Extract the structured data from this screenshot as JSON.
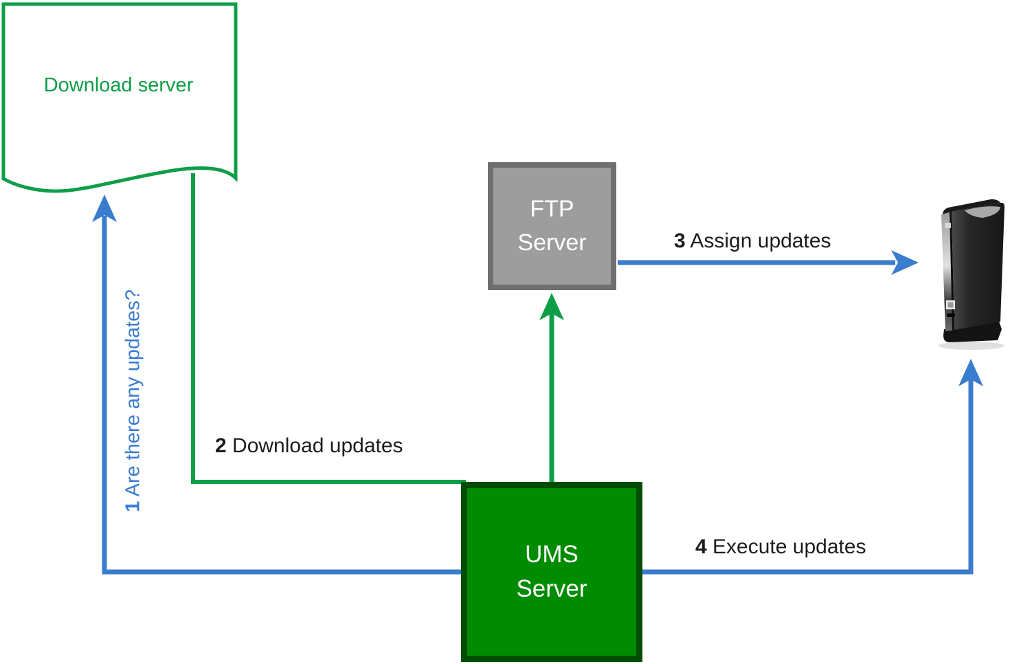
{
  "canvas": {
    "background": "#ffffff"
  },
  "nodes": {
    "download_server": {
      "line1": "Download",
      "line2": "server"
    },
    "ftp_server": {
      "line1": "FTP",
      "line2": "Server"
    },
    "ums_server": {
      "line1": "UMS",
      "line2": "Server"
    }
  },
  "steps": {
    "step1": {
      "number": "1",
      "label": "Are there any updates?"
    },
    "step2": {
      "number": "2",
      "label": "Download updates"
    },
    "step3": {
      "number": "3",
      "label": "Assign updates"
    },
    "step4": {
      "number": "4",
      "label": "Execute updates"
    }
  },
  "icons": {
    "thin_client": "thin-client-device-icon"
  },
  "colors": {
    "green": "#0f9e48",
    "ums_fill": "#008b00",
    "ums_border": "#004d00",
    "ftp_fill": "#9d9d9d",
    "ftp_border": "#6f6f6f",
    "blue": "#3a7cce",
    "label_text": "#1d1d1d",
    "box_text": "#ffffff"
  }
}
